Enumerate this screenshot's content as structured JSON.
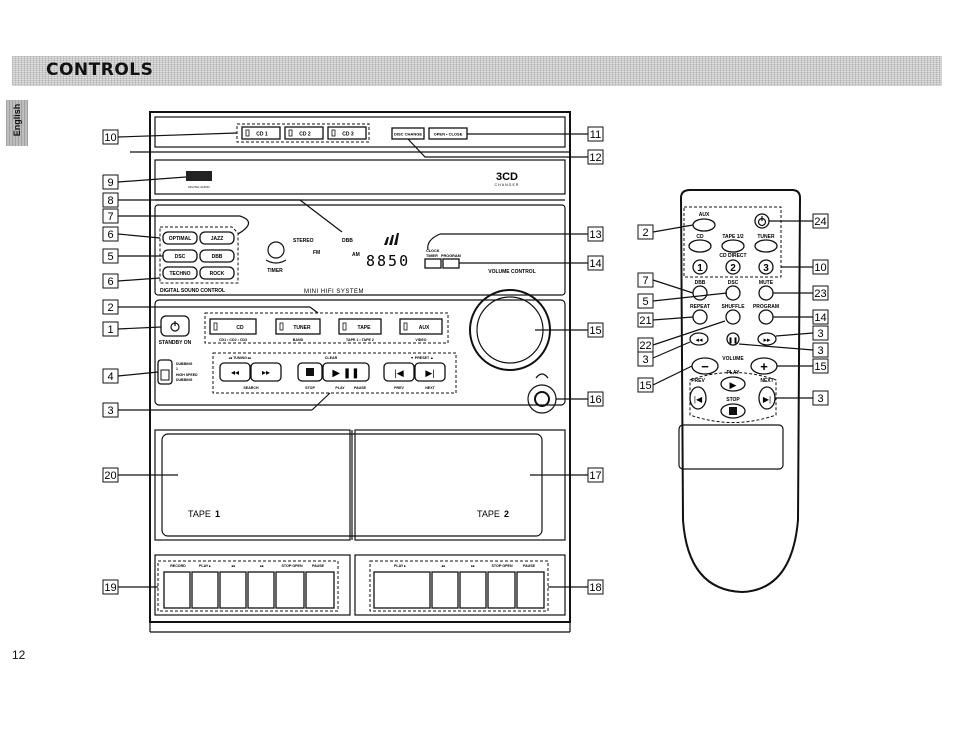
{
  "header": {
    "title": "CONTROLS"
  },
  "side_tab": {
    "label": "English"
  },
  "page_number": "12",
  "system": {
    "cd_buttons": [
      "CD 1",
      "CD 2",
      "CD 3"
    ],
    "disc_change": "DISC CHANGE",
    "open_close": "OPEN • CLOSE",
    "changer_logo": "3CD",
    "changer_sub": "CHANGER",
    "dsc_buttons": [
      "OPTIMAL",
      "JAZZ",
      "DSC",
      "DBB",
      "TECHNO",
      "ROCK"
    ],
    "stereo": "STEREO",
    "fm": "FM",
    "am": "AM",
    "dbb_ind": "DBB",
    "timer": "TIMER",
    "display_digits": "8850",
    "clock": "CLOCK",
    "clock_timer": "TIMER",
    "program": "PROGRAM",
    "digital_sound_control": "DIGITAL SOUND CONTROL",
    "model": "MINI HIFI SYSTEM",
    "volume_control": "VOLUME CONTROL",
    "standby": "STANDBY ON",
    "source_buttons": [
      "CD",
      "TUNER",
      "TAPE",
      "AUX"
    ],
    "source_sub": [
      "CD1 • CD2 • CD3",
      "BAND",
      "TAPE 1 • TAPE 2",
      "VIDEO"
    ],
    "dubbing": [
      "DUBBING",
      "1",
      "HIGH SPEED",
      "DUBBING"
    ],
    "tuning": "◂◂  TUNING  ▸▸",
    "clear": "CLEAR",
    "preset": "▼  PRESET  ▲",
    "search": "SEARCH",
    "stop": "STOP",
    "play": "PLAY",
    "pause": "PAUSE",
    "prev": "PREV",
    "next": "NEXT",
    "tape1": "TAPE",
    "tape1_num": "1",
    "tape2": "TAPE",
    "tape2_num": "2",
    "deck1_labels": [
      "RECORD",
      "PLAY ▸",
      "◂◂",
      "▸▸",
      "STOP·OPEN",
      "PAUSE"
    ],
    "deck2_labels": [
      "PLAY ▸",
      "◂◂",
      "▸▸",
      "STOP·OPEN",
      "PAUSE"
    ]
  },
  "callouts_left": [
    "10",
    "9",
    "8",
    "7",
    "6",
    "5",
    "6",
    "2",
    "1",
    "4",
    "3",
    "20",
    "19"
  ],
  "callouts_right": [
    "11",
    "12",
    "13",
    "14",
    "15",
    "16",
    "17",
    "18"
  ],
  "remote": {
    "aux": "AUX",
    "cd": "CD",
    "tape": "TAPE 1/2",
    "tuner": "TUNER",
    "cd_direct": "CD DIRECT",
    "digits": [
      "1",
      "2",
      "3"
    ],
    "dbb": "DBB",
    "dsc": "DSC",
    "mute": "MUTE",
    "repeat": "REPEAT",
    "shuffle": "SHUFFLE",
    "program": "PROGRAM",
    "volume": "VOLUME",
    "play": "PLAY",
    "prev": "PREV",
    "next": "NEXT",
    "stop": "STOP",
    "callouts_left": [
      "2",
      "7",
      "5",
      "21",
      "22",
      "3",
      "15"
    ],
    "callouts_right": [
      "24",
      "10",
      "23",
      "14",
      "3",
      "3",
      "15",
      "3"
    ]
  }
}
